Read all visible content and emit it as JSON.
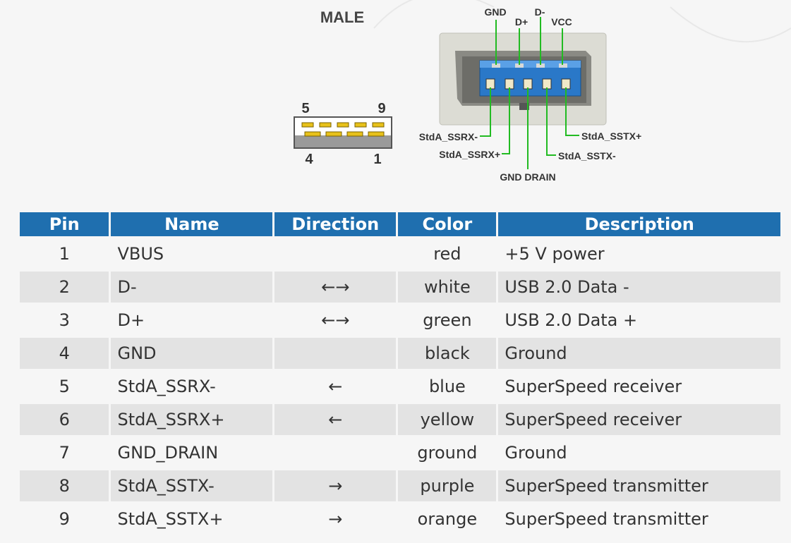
{
  "diagram": {
    "title": "MALE",
    "face_labels": {
      "top_left": "5",
      "top_right": "9",
      "bottom_left": "4",
      "bottom_right": "1"
    },
    "connector_labels": {
      "gnd": "GND",
      "d_plus": "D+",
      "d_minus": "D-",
      "vcc": "VCC",
      "ssrx_minus": "StdA_SSRX-",
      "ssrx_plus": "StdA_SSRX+",
      "gnd_drain": "GND DRAIN",
      "sstx_minus": "StdA_SSTX-",
      "sstx_plus": "StdA_SSTX+"
    },
    "colors": {
      "connector_blue": "#2a78c8",
      "wire_green": "#22bb22",
      "pin_yellow": "#e8c21a",
      "header_blue": "#1f6faf"
    }
  },
  "table": {
    "headers": [
      "Pin",
      "Name",
      "Direction",
      "Color",
      "Description"
    ],
    "rows": [
      {
        "pin": "1",
        "name": "VBUS",
        "direction": "",
        "color": "red",
        "description": "+5 V power"
      },
      {
        "pin": "2",
        "name": "D-",
        "direction": "←→",
        "color": "white",
        "description": "USB 2.0 Data -"
      },
      {
        "pin": "3",
        "name": "D+",
        "direction": "←→",
        "color": "green",
        "description": "USB 2.0 Data +"
      },
      {
        "pin": "4",
        "name": "GND",
        "direction": "",
        "color": "black",
        "description": "Ground"
      },
      {
        "pin": "5",
        "name": "StdA_SSRX-",
        "direction": "←",
        "color": "blue",
        "description": "SuperSpeed receiver"
      },
      {
        "pin": "6",
        "name": "StdA_SSRX+",
        "direction": "←",
        "color": "yellow",
        "description": "SuperSpeed receiver"
      },
      {
        "pin": "7",
        "name": "GND_DRAIN",
        "direction": "",
        "color": "ground",
        "description": "Ground"
      },
      {
        "pin": "8",
        "name": "StdA_SSTX-",
        "direction": "→",
        "color": "purple",
        "description": "SuperSpeed transmitter"
      },
      {
        "pin": "9",
        "name": "StdA_SSTX+",
        "direction": "→",
        "color": "orange",
        "description": "SuperSpeed transmitter"
      }
    ]
  }
}
